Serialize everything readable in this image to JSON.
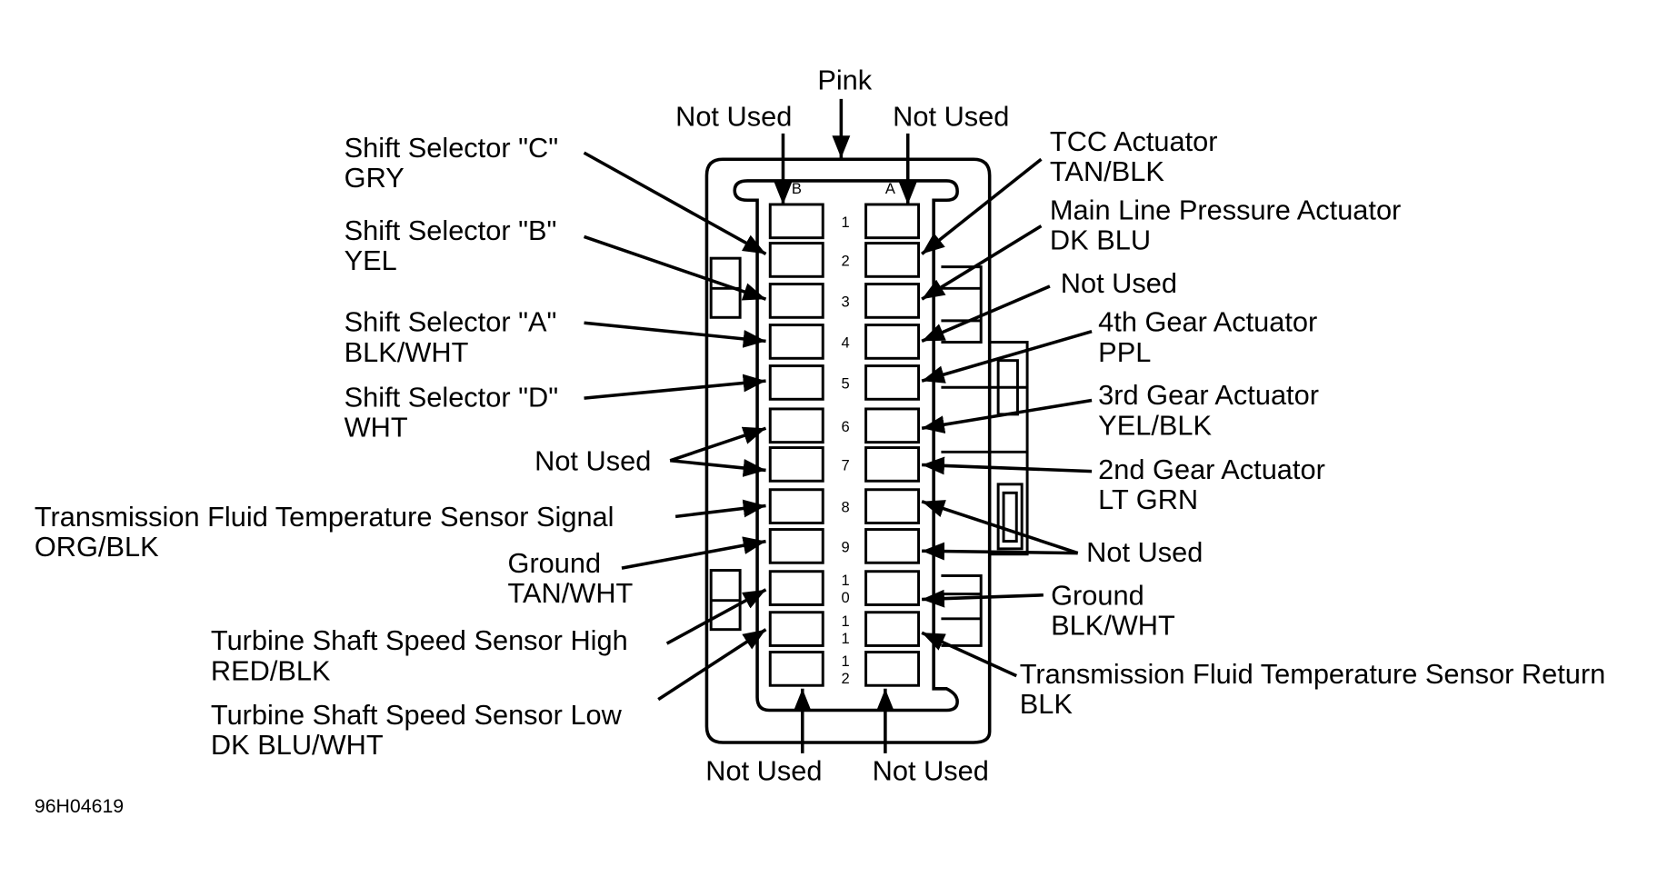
{
  "connector": {
    "title": "Pink",
    "column_b_label": "B",
    "column_a_label": "A",
    "pin_rows": [
      "1",
      "2",
      "3",
      "4",
      "5",
      "6",
      "7",
      "8",
      "9",
      "10",
      "11",
      "12"
    ]
  },
  "labels": {
    "pink": "Pink",
    "top_b_not_used": "Not Used",
    "top_a_not_used": "Not Used",
    "bottom_b_not_used": "Not Used",
    "bottom_a_not_used": "Not Used",
    "left": [
      {
        "pin": "B2",
        "name": "Shift Selector \"C\"",
        "color": "GRY"
      },
      {
        "pin": "B3",
        "name": "Shift Selector \"B\"",
        "color": "YEL"
      },
      {
        "pin": "B4",
        "name": "Shift Selector \"A\"",
        "color": "BLK/WHT"
      },
      {
        "pin": "B5",
        "name": "Shift Selector \"D\"",
        "color": "WHT"
      },
      {
        "pin": "B6,B7",
        "name": "Not Used",
        "color": ""
      },
      {
        "pin": "B8",
        "name": "Transmission Fluid Temperature Sensor Signal",
        "color": "ORG/BLK"
      },
      {
        "pin": "B9",
        "name": "Ground",
        "color": "TAN/WHT"
      },
      {
        "pin": "B10",
        "name": "Turbine Shaft Speed Sensor High",
        "color": "RED/BLK"
      },
      {
        "pin": "B11",
        "name": "Turbine Shaft Speed Sensor Low",
        "color": "DK BLU/WHT"
      }
    ],
    "right": [
      {
        "pin": "A2",
        "name": "TCC Actuator",
        "color": "TAN/BLK"
      },
      {
        "pin": "A3",
        "name": "Main Line Pressure Actuator",
        "color": "DK BLU"
      },
      {
        "pin": "A4",
        "name": "Not Used",
        "color": ""
      },
      {
        "pin": "A5",
        "name": "4th Gear Actuator",
        "color": "PPL"
      },
      {
        "pin": "A6",
        "name": "3rd Gear Actuator",
        "color": "YEL/BLK"
      },
      {
        "pin": "A7",
        "name": "2nd Gear Actuator",
        "color": "LT GRN"
      },
      {
        "pin": "A8,A9",
        "name": "Not Used",
        "color": ""
      },
      {
        "pin": "A10",
        "name": "Ground",
        "color": "BLK/WHT"
      },
      {
        "pin": "A11",
        "name": "Transmission Fluid Temperature Sensor Return",
        "color": "BLK"
      }
    ]
  },
  "figure_id": "96H04619"
}
